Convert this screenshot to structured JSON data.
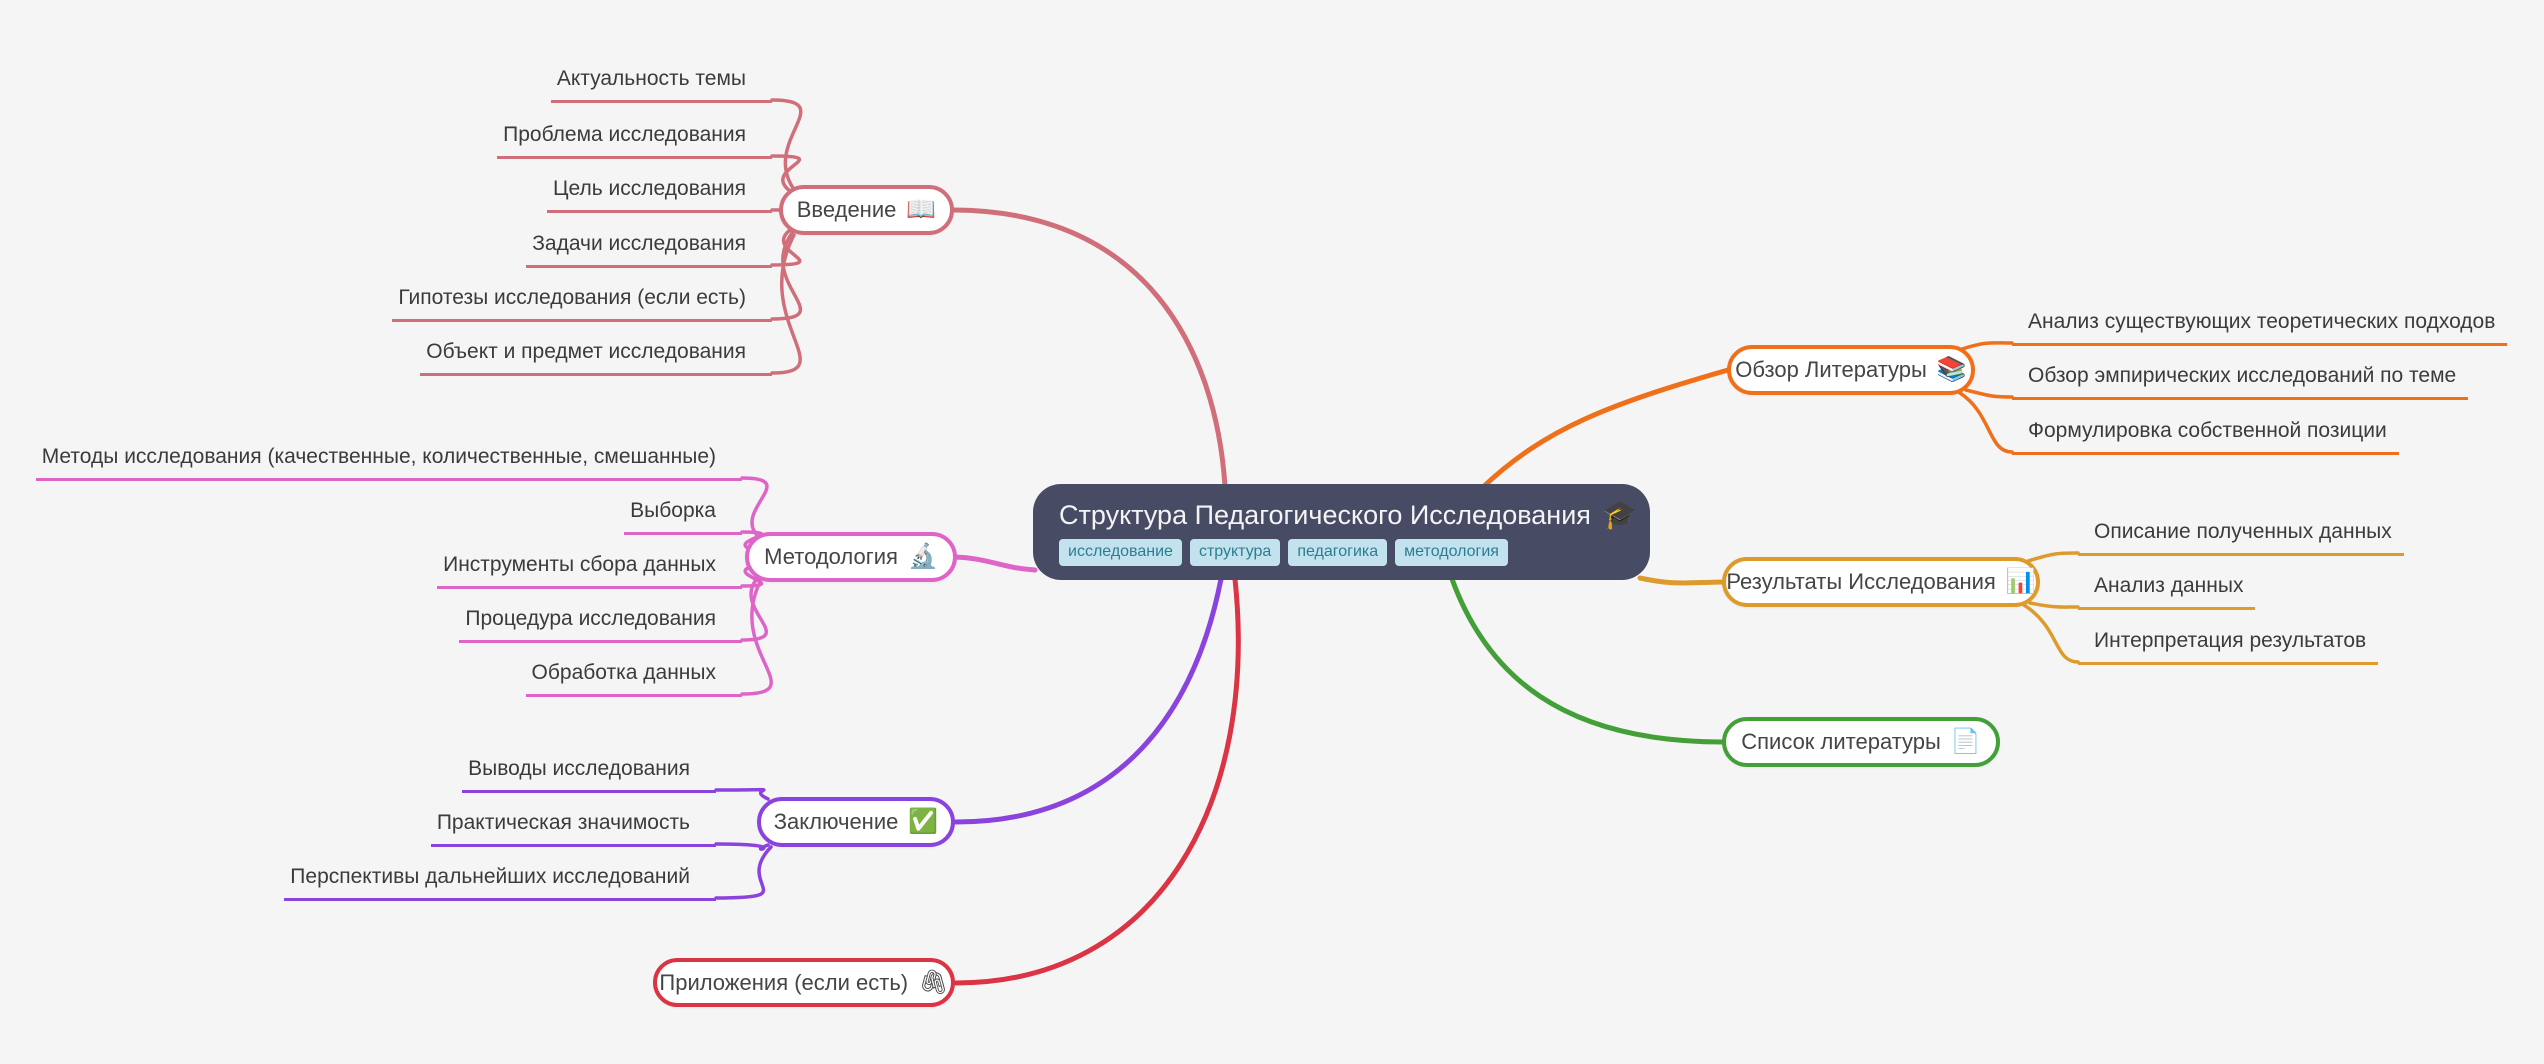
{
  "canvas_bg": "#f5f5f6",
  "central": {
    "title": "Структура Педагогического Исследования",
    "icon": "🎓",
    "icon_name": "graduation-cap-icon",
    "bg_color": "#474b63",
    "text_color": "#f4f4f6",
    "tag_bg": "#c2e3ee",
    "tag_text": "#2d7d92",
    "tags": [
      {
        "label": "исследование"
      },
      {
        "label": "структура"
      },
      {
        "label": "педагогика"
      },
      {
        "label": "методология"
      }
    ]
  },
  "branches": [
    {
      "id": "vvedenie",
      "label": "Введение",
      "icon": "📖",
      "icon_name": "open-book-icon",
      "color": "#d06f7a",
      "children": [
        "Актуальность темы",
        "Проблема исследования",
        "Цель исследования",
        "Задачи исследования",
        "Гипотезы исследования (если есть)",
        "Объект и предмет исследования"
      ]
    },
    {
      "id": "metodologiya",
      "label": "Методология",
      "icon": "🔬",
      "icon_name": "microscope-icon",
      "color": "#de64c8",
      "children": [
        "Методы исследования (качественные, количественные, смешанные)",
        "Выборка",
        "Инструменты сбора данных",
        "Процедура исследования",
        "Обработка данных"
      ]
    },
    {
      "id": "zaklyuchenie",
      "label": "Заключение",
      "icon": "✅",
      "icon_name": "check-mark-icon",
      "color": "#8a43dc",
      "children": [
        "Выводы исследования",
        "Практическая значимость",
        "Перспективы дальнейших исследований"
      ]
    },
    {
      "id": "prilozheniya",
      "label": "Приложения (если есть)",
      "icon": "🖇",
      "icon_name": "paperclip-icon",
      "color": "#da3445",
      "children": []
    },
    {
      "id": "obzor",
      "label": "Обзор Литературы",
      "icon": "📚",
      "icon_name": "books-icon",
      "color": "#ef7019",
      "children": [
        "Анализ существующих теоретических подходов",
        "Обзор эмпирических исследований по теме",
        "Формулировка собственной позиции"
      ]
    },
    {
      "id": "rezultaty",
      "label": "Результаты Исследования",
      "icon": "📊",
      "icon_name": "bar-chart-icon",
      "color": "#dd9b2d",
      "children": [
        "Описание полученных данных",
        "Анализ данных",
        "Интерпретация результатов"
      ]
    },
    {
      "id": "spisok",
      "label": "Список литературы",
      "icon": "📄",
      "icon_name": "document-icon",
      "color": "#43a038",
      "children": []
    }
  ]
}
